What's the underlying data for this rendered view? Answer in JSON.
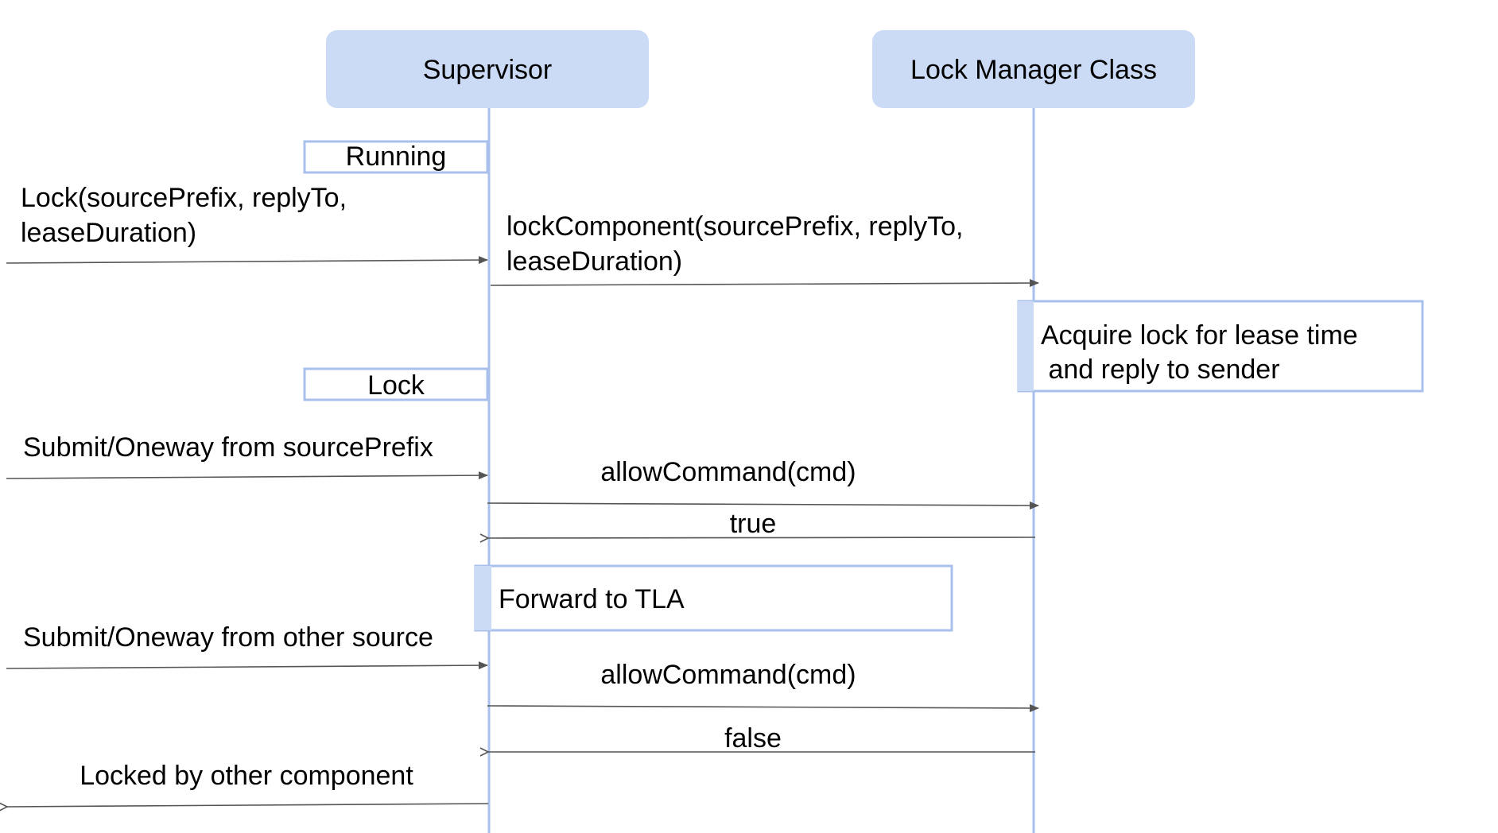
{
  "colors": {
    "participant_fill": "#cbdaf5",
    "lifeline": "#a8c0eb",
    "state_border": "#a8c0eb",
    "arrow": "#555555",
    "text": "#000000"
  },
  "participants": [
    {
      "name": "Supervisor"
    },
    {
      "name": "Lock Manager Class"
    }
  ],
  "states": [
    {
      "label": "Running"
    },
    {
      "label": "Lock"
    }
  ],
  "notes": [
    {
      "lines": [
        "Acquire lock for lease time",
        " and reply to sender"
      ]
    },
    {
      "lines": [
        "Forward to TLA"
      ]
    }
  ],
  "messages": [
    {
      "lines": [
        "Lock(sourcePrefix, replyTo,",
        "leaseDuration)"
      ]
    },
    {
      "lines": [
        "lockComponent(sourcePrefix, replyTo,",
        "leaseDuration)"
      ]
    },
    {
      "lines": [
        "Submit/Oneway from sourcePrefix"
      ]
    },
    {
      "lines": [
        "allowCommand(cmd)"
      ]
    },
    {
      "lines": [
        "true"
      ]
    },
    {
      "lines": [
        "Submit/Oneway from other source"
      ]
    },
    {
      "lines": [
        "allowCommand(cmd)"
      ]
    },
    {
      "lines": [
        "false"
      ]
    },
    {
      "lines": [
        "Locked by other component"
      ]
    }
  ]
}
